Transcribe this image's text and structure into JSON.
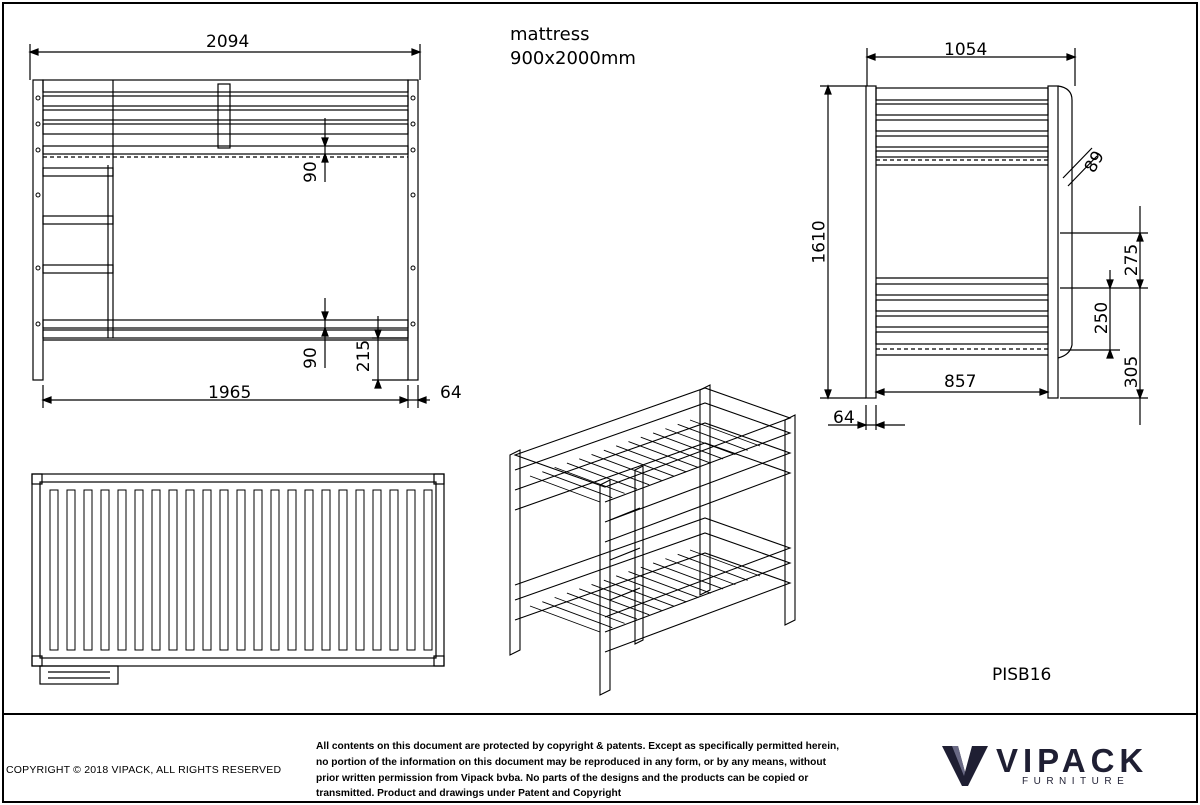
{
  "notes": {
    "mattress_title": "mattress",
    "mattress_size": "900x2000mm",
    "product_code": "PISB16"
  },
  "dimensions": {
    "overall_length": "2094",
    "inner_length": "1965",
    "post_width_front": "64",
    "rail_front_upper": "90",
    "rail_front_lower": "90",
    "lower_deck_height": "215",
    "overall_width": "1054",
    "inner_width": "857",
    "post_width_side": "64",
    "overall_height": "1610",
    "rail_side_angled": "89",
    "upper_gap": "275",
    "lower_gap": "250",
    "lower_height": "305"
  },
  "footer": {
    "copyright": "COPYRIGHT  © 2018 VIPACK, ALL RIGHTS RESERVED",
    "legal_lines": [
      "All contents on this document are protected by copyright & patents. Except as specifically permitted herein,",
      "no portion of the information on this document may be reproduced in any form, or by any means, without",
      "prior written permission from Vipack bvba. No parts of the designs and the products can be copied or",
      "transmitted. Product and drawings under Patent and Copyright"
    ],
    "brand_name": "VIPACK",
    "brand_sub": "FURNITURE"
  }
}
